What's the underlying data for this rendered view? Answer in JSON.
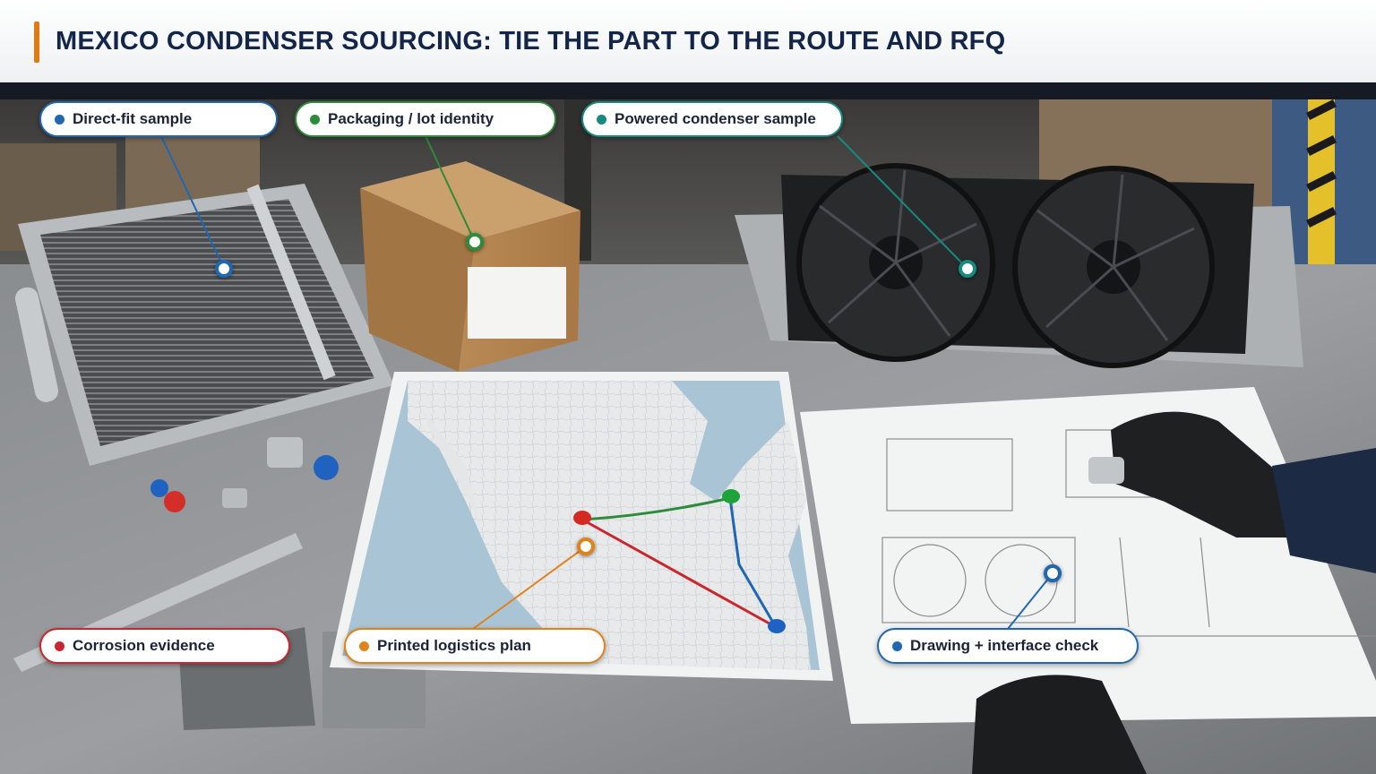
{
  "slide": {
    "title": "MEXICO CONDENSER SOURCING: TIE THE PART TO THE ROUTE AND RFQ"
  },
  "callouts": [
    {
      "label": "Direct-fit sample",
      "color": "#1f67b1",
      "icon": "target-marker-icon"
    },
    {
      "label": "Packaging / lot identity",
      "color": "#2e8b3a",
      "icon": "target-marker-icon"
    },
    {
      "label": "Powered condenser sample",
      "color": "#178a80",
      "icon": "target-marker-icon"
    },
    {
      "label": "Corrosion evidence",
      "color": "#c9262e",
      "icon": "target-marker-icon"
    },
    {
      "label": "Printed logistics plan",
      "color": "#e0821a",
      "icon": "target-marker-icon"
    },
    {
      "label": "Drawing + interface check",
      "color": "#1f67b1",
      "icon": "target-marker-icon"
    }
  ],
  "colors": {
    "title_accent": "#e07a12",
    "title_text": "#13264a",
    "route_green": "#2e8b3a",
    "route_red": "#c9262e",
    "route_blue": "#1f67b1",
    "pin_red": "#d42a22",
    "pin_green": "#1ea33a",
    "pin_blue": "#1d62c4"
  }
}
